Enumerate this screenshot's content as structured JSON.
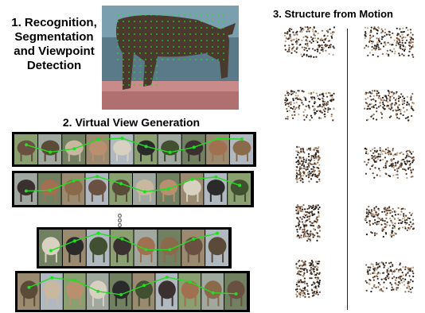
{
  "step1": {
    "lines": [
      "1. Recognition,",
      "Segmentation",
      "and Viewpoint",
      "Detection"
    ]
  },
  "step2": {
    "title": "2. Virtual View Generation"
  },
  "step3": {
    "title": "3. Structure from Motion"
  },
  "colors": {
    "path_green": "#22dd22",
    "background": "#ffffff",
    "frame": "#000000"
  },
  "icons": {
    "ellipsis": "vertical-ellipsis-icon"
  }
}
